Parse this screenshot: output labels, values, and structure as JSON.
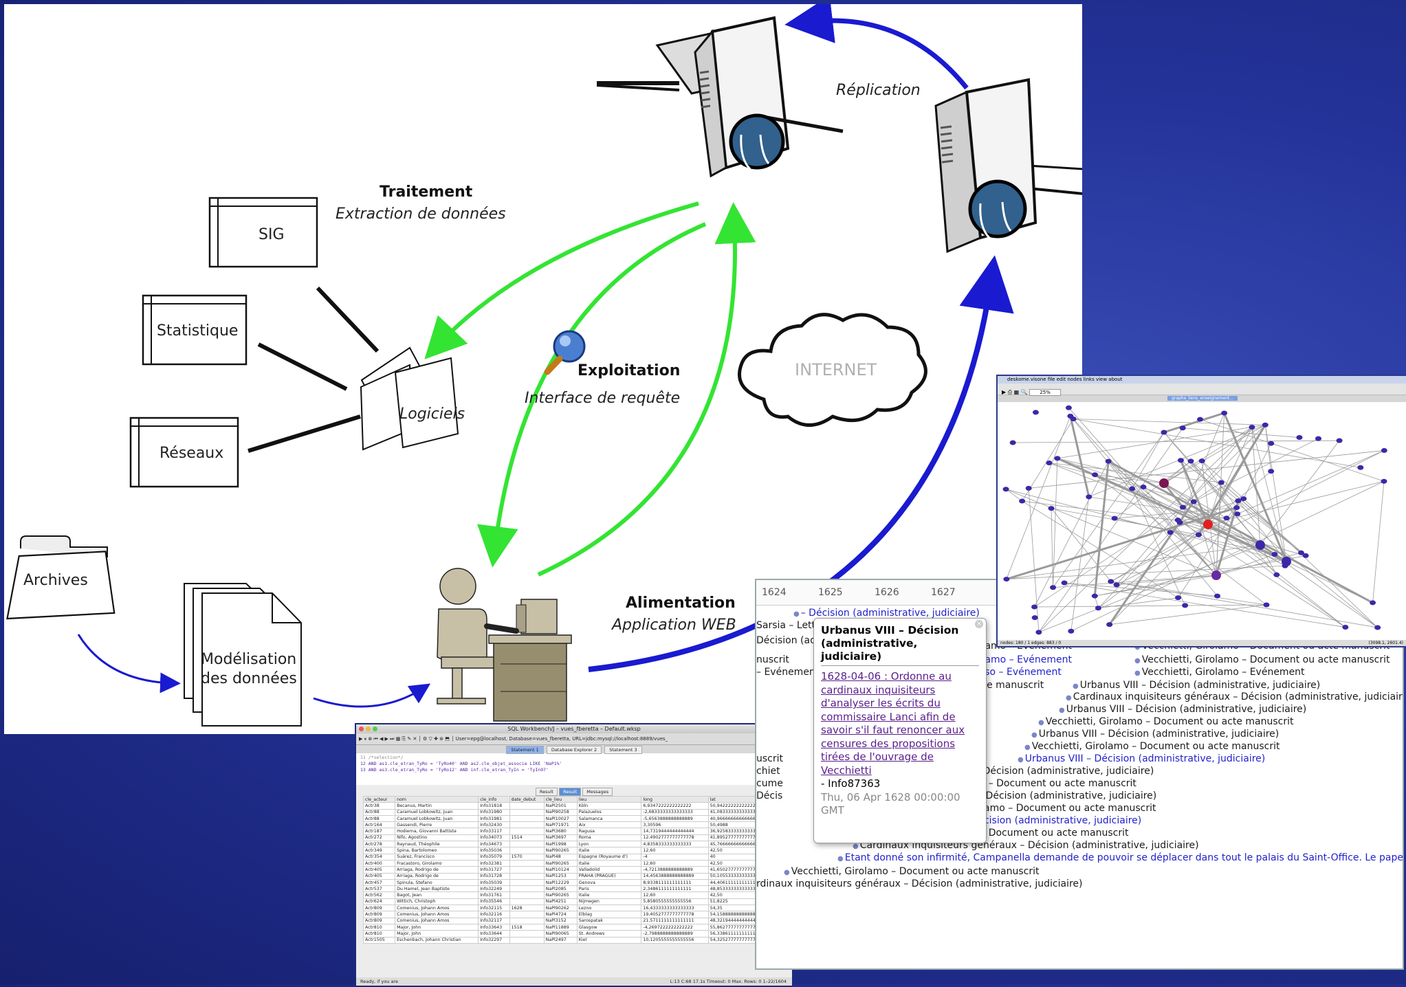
{
  "diagram": {
    "sig": "SIG",
    "statistique": "Statistique",
    "reseaux": "Réseaux",
    "logiciels": "Logiciels",
    "archives": "Archives",
    "modelisation_line1": "Modélisation",
    "modelisation_line2": "des données",
    "traitement_title": "Traitement",
    "traitement_sub": "Extraction de données",
    "exploitation_title": "Exploitation",
    "exploitation_sub": "Interface de requête",
    "alimentation_title": "Alimentation",
    "alimentation_sub": "Application WEB",
    "replication": "Réplication",
    "internet": "INTERNET"
  },
  "sql_window": {
    "title": "SQL Workbench/J – vues_fberetta – Default.wksp",
    "connection": "User=epg@localhost, Database=vues_fberetta, URL=jdbc:mysql://localhost:8889/vues_",
    "statement_tabs": [
      "Statement 1",
      "Database Explorer 2",
      "Statement 3"
    ],
    "editor_lines": [
      "11 /*selection*/",
      "12 AND as1.cle_etran_TyRo = 'TyRo40'  AND  as2.cle_objet_associe LIKE 'NaP1%'",
      "13 AND as3.cle_etran_TyRo = 'TyRo12'  AND inf.cle_etran_TyIn = 'TyIn97'"
    ],
    "result_tabs": [
      "Result",
      "Result",
      "Messages"
    ],
    "columns": [
      "cle_acteur",
      "nom",
      "cle_info",
      "date_debut",
      "cle_lieu",
      "lieu",
      "long",
      "lat"
    ],
    "rows": [
      [
        "Actr38",
        "Becanus, Martin",
        "Info31818",
        "",
        "NaPl2501",
        "Köln",
        "6,9347222222222222",
        "50,9422222222222222"
      ],
      [
        "Actr88",
        "Caramuel Lobkowitz, Juan",
        "Info31980",
        "",
        "NaPl90258",
        "Palazuelos",
        "-2,6833333333333333",
        "41,0833333333333333"
      ],
      [
        "Actr88",
        "Caramuel Lobkowitz, Juan",
        "Info31981",
        "",
        "NaPl10027",
        "Salamanca",
        "-5,6563888888888889",
        "40,9666666666666667"
      ],
      [
        "Actr164",
        "Gassendi, Pierre",
        "Info32430",
        "",
        "NaPl71971",
        "Aix",
        "3,30596",
        "50,4988"
      ],
      [
        "Actr187",
        "Hodierna, Giovanni Battista",
        "Info33117",
        "",
        "NaPl3680",
        "Ragusa",
        "14,7319444444444444",
        "36,9258333333333333"
      ],
      [
        "Actr272",
        "Nifo, Agostino",
        "Info34073",
        "1514",
        "NaPl3697",
        "Roma",
        "12,4902777777777778",
        "41,8952777777777778"
      ],
      [
        "Actr278",
        "Raynaud, Théophile",
        "Info34673",
        "",
        "NaPl1998",
        "Lyon",
        "4,8358333333333333",
        "45,7666666666666667"
      ],
      [
        "Actr349",
        "Spina, Bartolomeo",
        "Info35036",
        "",
        "NaPl90265",
        "Italie",
        "12,60",
        "42,50"
      ],
      [
        "Actr354",
        "Suárez, Francisco",
        "Info35079",
        "1570",
        "NaPl48",
        "Espagne (Royaume d')",
        "-4",
        "40"
      ],
      [
        "Actr400",
        "Fracastoro, Girolamo",
        "Info32381",
        "",
        "NaPl90265",
        "Italie",
        "12,60",
        "42,50"
      ],
      [
        "Actr405",
        "Arriaga, Rodrigo de",
        "Info31727",
        "",
        "NaPl10124",
        "Valladolid",
        "-4,7213888888888889",
        "41,6502777777777778"
      ],
      [
        "Actr405",
        "Arriaga, Rodrigo de",
        "Info31728",
        "",
        "NaPl1253",
        "PRAHA (PRAGUE)",
        "14,4563888888888889",
        "50,1055333333333333"
      ],
      [
        "Actr457",
        "Spinula, Stefano",
        "Info35039",
        "",
        "NaPl12229",
        "Genova",
        "8,9338111111111111",
        "44,4061111111111111"
      ],
      [
        "Actr537",
        "Du Hamel, Jean Baptiste",
        "Info32249",
        "",
        "NaPl2085",
        "Paris",
        "2,3486111111111111",
        "48,8533333333333333"
      ],
      [
        "Actr562",
        "Bagot, Jean",
        "Info31761",
        "",
        "NaPl90265",
        "Italie",
        "12,60",
        "42,50"
      ],
      [
        "Actr624",
        "Wittich, Christoph",
        "Info35546",
        "",
        "NaPl4251",
        "Nijmegen",
        "5,8580555555555556",
        "51,8225"
      ],
      [
        "Actr809",
        "Comenius, Johann Amos",
        "Info32115",
        "1628",
        "NaPl90262",
        "Lezno",
        "16,4333333333333333",
        "54,35"
      ],
      [
        "Actr809",
        "Comenius, Johann Amos",
        "Info32116",
        "",
        "NaPl4724",
        "Elblag",
        "19,4052777777777778",
        "54,1588888888888889"
      ],
      [
        "Actr809",
        "Comenius, Johann Amos",
        "Info32117",
        "",
        "NaPl3152",
        "Sarospatak",
        "21,5711111111111111",
        "48,3219444444444444"
      ],
      [
        "Actr810",
        "Major, John",
        "Info33643",
        "1518",
        "NaPl11889",
        "Glasgow",
        "-4,2697222222222222",
        "55,8627777777777778"
      ],
      [
        "Actr810",
        "Major, John",
        "Info33644",
        "",
        "NaPl90065",
        "St. Andrews",
        "-2,7988888888888889",
        "56,3386111111111111"
      ],
      [
        "Actr1505",
        "Eschenbach, Johann Christian",
        "Info32297",
        "",
        "NaPl2497",
        "Kiel",
        "10,1205555555555556",
        "54,3252777777777778"
      ]
    ],
    "status_left": "Ready, if you are",
    "status_right": "L:13 C:68     17.1s  Timeout:  0  Max. Rows:     0  1–22/1604"
  },
  "timeline": {
    "years": [
      "1624",
      "1625",
      "1626",
      "1627"
    ],
    "events": [
      {
        "text": "– Décision (administrative, judiciaire)",
        "blue": true
      },
      {
        "text": "Sarsia – Lettr",
        "blue": false,
        "nodot": true
      },
      {
        "text": "Décision (ad",
        "blue": false,
        "nodot": true
      },
      {
        "text": "nuscrit",
        "blue": false,
        "nodot": true
      },
      {
        "text": "– Evénemen",
        "blue": false,
        "nodot": true
      },
      {
        "text": "olamo – Evénement",
        "blue": false,
        "nodot": true
      },
      {
        "text": "olamo – Evénement",
        "blue": true,
        "nodot": true
      },
      {
        "text": "maso – Evénement",
        "blue": true,
        "nodot": true
      },
      {
        "text": "Vecchietti, Girolamo – Document ou acte manuscrit",
        "blue": false
      },
      {
        "text": "Vecchietti, Girolamo – Document ou acte manuscrit",
        "blue": false
      },
      {
        "text": "Vecchietti, Girolamo – Evénement",
        "blue": false
      },
      {
        "text": "u acte manuscrit",
        "blue": false,
        "nodot": true
      },
      {
        "text": "Urbanus VIII – Décision (administrative, judiciaire)",
        "blue": false
      },
      {
        "text": "Cardinaux inquisiteurs généraux – Décision (administrative, judiciaire)",
        "blue": false
      },
      {
        "text": "Urbanus VIII – Décision (administrative, judiciaire)",
        "blue": false
      },
      {
        "text": "Vecchietti, Girolamo – Document ou acte manuscrit",
        "blue": false
      },
      {
        "text": "Urbanus VIII – Décision (administrative, judiciaire)",
        "blue": false
      },
      {
        "text": "Vecchietti, Girolamo – Document ou acte manuscrit",
        "blue": false
      },
      {
        "text": "Urbanus VIII – Décision (administrative, judiciaire)",
        "blue": true
      },
      {
        "text": "s VIII – Décision (administrative, judiciaire)",
        "blue": false,
        "nodot": true
      },
      {
        "text": "olamo – Document ou acte manuscrit",
        "blue": false,
        "nodot": true
      },
      {
        "text": "Urbanus VIII – Décision (administrative, judiciaire)",
        "blue": false
      },
      {
        "text": "Vecchietti, Girolamo – Document ou acte manuscrit",
        "blue": false
      },
      {
        "text": "Urbanus VIII – Décision (administrative, judiciaire)",
        "blue": true
      },
      {
        "text": "Vecchietti, Girolamo – Document ou acte manuscrit",
        "blue": false
      },
      {
        "text": "Cardinaux inquisiteurs généraux – Décision (administrative, judiciaire)",
        "blue": false
      },
      {
        "text": "Etant donné son infirmité, Campanella demande de pouvoir se déplacer dans tout le palais du Saint-Office. Le pape dé",
        "blue": true
      },
      {
        "text": "Vecchietti, Girolamo – Document ou acte manuscrit",
        "blue": false
      },
      {
        "text": "rdinaux inquisiteurs généraux – Décision (administrative, judiciaire)",
        "blue": false,
        "nodot": true
      }
    ],
    "left_fragments": [
      "uscrit",
      "chiet",
      "cume",
      "Décis"
    ],
    "popup": {
      "title": "Urbanus VIII – Décision (administrative, judiciaire)",
      "link": "1628-04-06 : Ordonne au cardinaux inquisiteurs d'analyser les écrits du commissaire Lanci afin de savoir s'il faut renoncer aux censures des propositions tirées de l'ouvrage de Vecchietti",
      "info": " - Info87363",
      "date": "Thu, 06 Apr 1628 00:00:00 GMT"
    }
  },
  "graph_window": {
    "menu": "deskome.visone   file   edit   nodes   links   view   about",
    "tab": "graphe_liens_enseignement...",
    "zoom": "25%",
    "status_left": "nodes: 180 / 1 edges: 883 / 0",
    "status_right": "(3098.1, 2601.4)"
  }
}
